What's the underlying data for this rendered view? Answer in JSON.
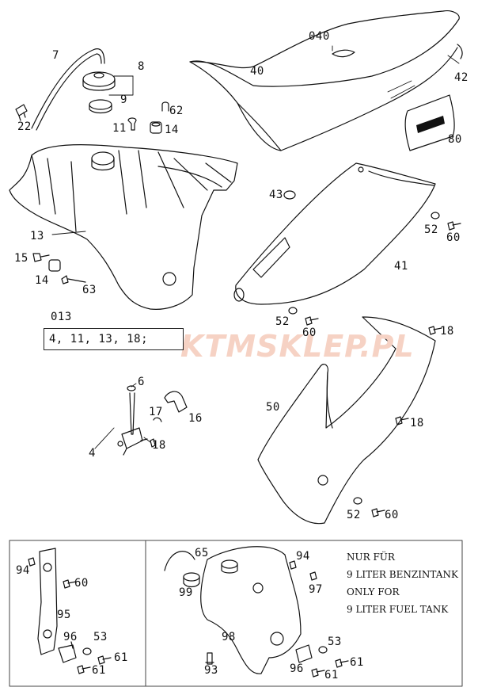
{
  "watermark": {
    "brand": "KTM",
    "text": "KTMSKLEP.PL"
  },
  "labels": {
    "p7": "7",
    "p8": "8",
    "p9": "9",
    "p22": "22",
    "p62": "62",
    "p11": "11",
    "p14a": "14",
    "p13": "13",
    "p15": "15",
    "p14b": "14",
    "p63": "63",
    "p040": "040",
    "p40": "40",
    "p42": "42",
    "p80": "80",
    "p43": "43",
    "p41": "41",
    "p52a": "52",
    "p60a": "60",
    "p52b": "52",
    "p60b": "60",
    "p6": "6",
    "p17": "17",
    "p16": "16",
    "p4": "4",
    "p18a": "18",
    "p18b": "18",
    "p50": "50",
    "p18c": "18",
    "p52c": "52",
    "p60c": "60",
    "p94a": "94",
    "p60d": "60",
    "p95": "95",
    "p96a": "96",
    "p53a": "53",
    "p61a": "61",
    "p61b": "61",
    "p65": "65",
    "p99": "99",
    "p98": "98",
    "p93": "93",
    "p94b": "94",
    "p97": "97",
    "p53b": "53",
    "p61c": "61",
    "p96b": "96",
    "p61d": "61"
  },
  "kit": {
    "code": "013",
    "items": "4, 11, 13, 18;"
  },
  "note": {
    "line1": "NUR FÜR",
    "line2": "9 LITER BENZINTANK",
    "line3": "ONLY FOR",
    "line4": "9 LITER FUEL TANK"
  }
}
